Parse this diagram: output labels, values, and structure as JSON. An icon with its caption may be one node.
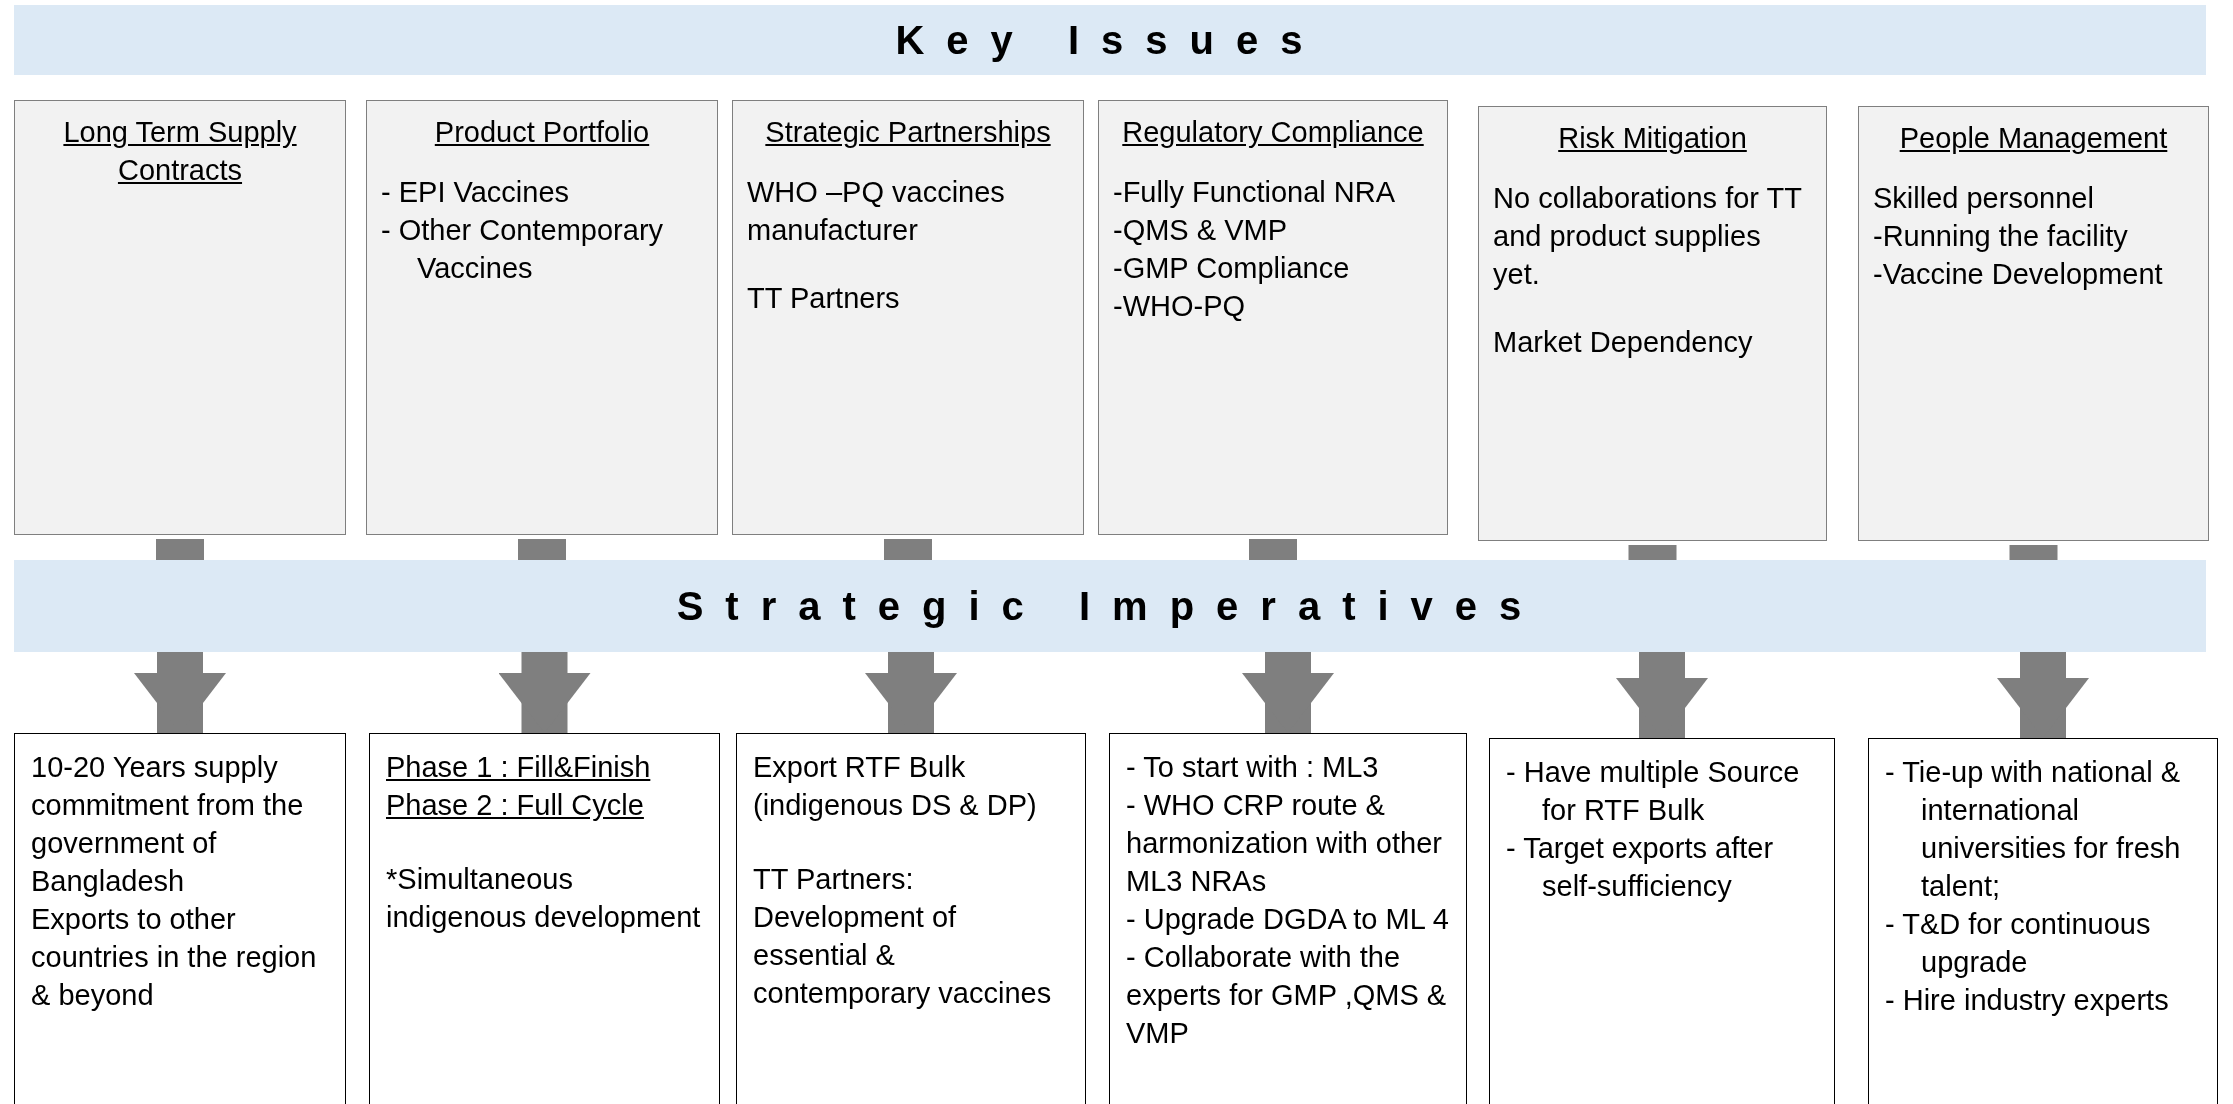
{
  "diagram": {
    "nodes": [
      {
        "text": [
          "Key Issues"
        ]
      },
      {
        "text": [
          "Long Term Supply Contracts"
        ]
      },
      {
        "text": [
          "Product Portfolio",
          "-  EPI Vaccines",
          "-  Other Contemporary Vaccines"
        ]
      },
      {
        "text": [
          "Strategic Partnerships",
          "WHO –PQ vaccines manufacturer",
          "TT Partners"
        ]
      },
      {
        "text": [
          "Regulatory Compliance",
          "-Fully Functional NRA",
          "-QMS & VMP",
          "-GMP Compliance",
          "-WHO-PQ"
        ]
      },
      {
        "text": [
          "Risk Mitigation",
          "No collaborations for TT and product supplies yet.",
          "Market Dependency"
        ]
      },
      {
        "text": [
          "People Management",
          "Skilled personnel",
          "-Running the facility",
          "-Vaccine Development"
        ]
      },
      {
        "text": [
          "Strategic Imperatives"
        ]
      },
      {
        "text": [
          "10-20 Years supply commitment from the government of Bangladesh",
          "Exports to other countries in the region & beyond"
        ]
      },
      {
        "text": [
          "Phase 1 : Fill&Finish",
          "Phase 2 : Full Cycle",
          "*Simultaneous indigenous development"
        ]
      },
      {
        "text": [
          "Export RTF Bulk (indigenous DS & DP)",
          "TT Partners: Development of essential & contemporary vaccines"
        ]
      },
      {
        "text": [
          "-  To start with :  ML3",
          "- WHO CRP route & harmonization with other ML3 NRAs",
          "-  Upgrade DGDA to ML 4",
          "-  Collaborate with the experts for GMP ,QMS & VMP"
        ]
      },
      {
        "text": [
          "-  Have multiple Source for RTF Bulk",
          "-  Target exports after self-sufficiency"
        ]
      },
      {
        "text": [
          "-  Tie-up with national & international universities for fresh talent;",
          "-  T&D for continuous upgrade",
          "-  Hire industry experts"
        ]
      }
    ],
    "edges": [
      {
        "from": 1,
        "to": 7,
        "arrow": "none"
      },
      {
        "from": 2,
        "to": 7,
        "arrow": "none"
      },
      {
        "from": 3,
        "to": 7,
        "arrow": "none"
      },
      {
        "from": 4,
        "to": 7,
        "arrow": "none"
      },
      {
        "from": 5,
        "to": 7,
        "arrow": "none"
      },
      {
        "from": 6,
        "to": 7,
        "arrow": "none"
      },
      {
        "from": 7,
        "to": 8,
        "arrow": "to"
      },
      {
        "from": 7,
        "to": 9,
        "arrow": "to"
      },
      {
        "from": 7,
        "to": 10,
        "arrow": "to"
      },
      {
        "from": 7,
        "to": 11,
        "arrow": "to"
      },
      {
        "from": 7,
        "to": 12,
        "arrow": "to"
      },
      {
        "from": 7,
        "to": 13,
        "arrow": "to"
      }
    ]
  }
}
